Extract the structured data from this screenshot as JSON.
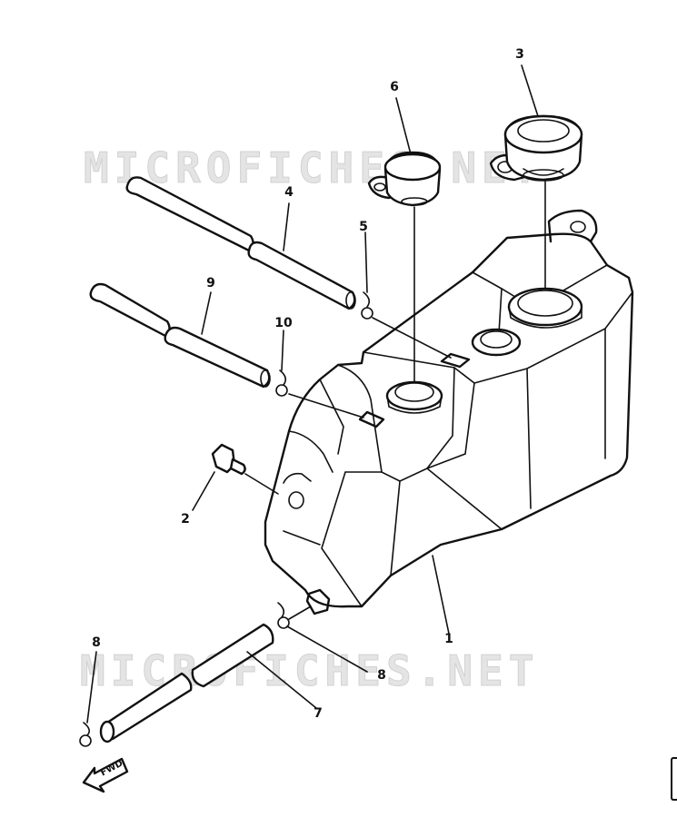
{
  "watermarks": [
    "MICROFICHES.NET",
    "MICROFICHES.NET"
  ],
  "callouts": [
    {
      "id": "1",
      "label": "1"
    },
    {
      "id": "2",
      "label": "2"
    },
    {
      "id": "3",
      "label": "3"
    },
    {
      "id": "4",
      "label": "4"
    },
    {
      "id": "5",
      "label": "5"
    },
    {
      "id": "6",
      "label": "6"
    },
    {
      "id": "7",
      "label": "7"
    },
    {
      "id": "8a",
      "label": "8"
    },
    {
      "id": "8b",
      "label": "8"
    },
    {
      "id": "9",
      "label": "9"
    },
    {
      "id": "10",
      "label": "10"
    }
  ],
  "fwd_marker": "FWD"
}
